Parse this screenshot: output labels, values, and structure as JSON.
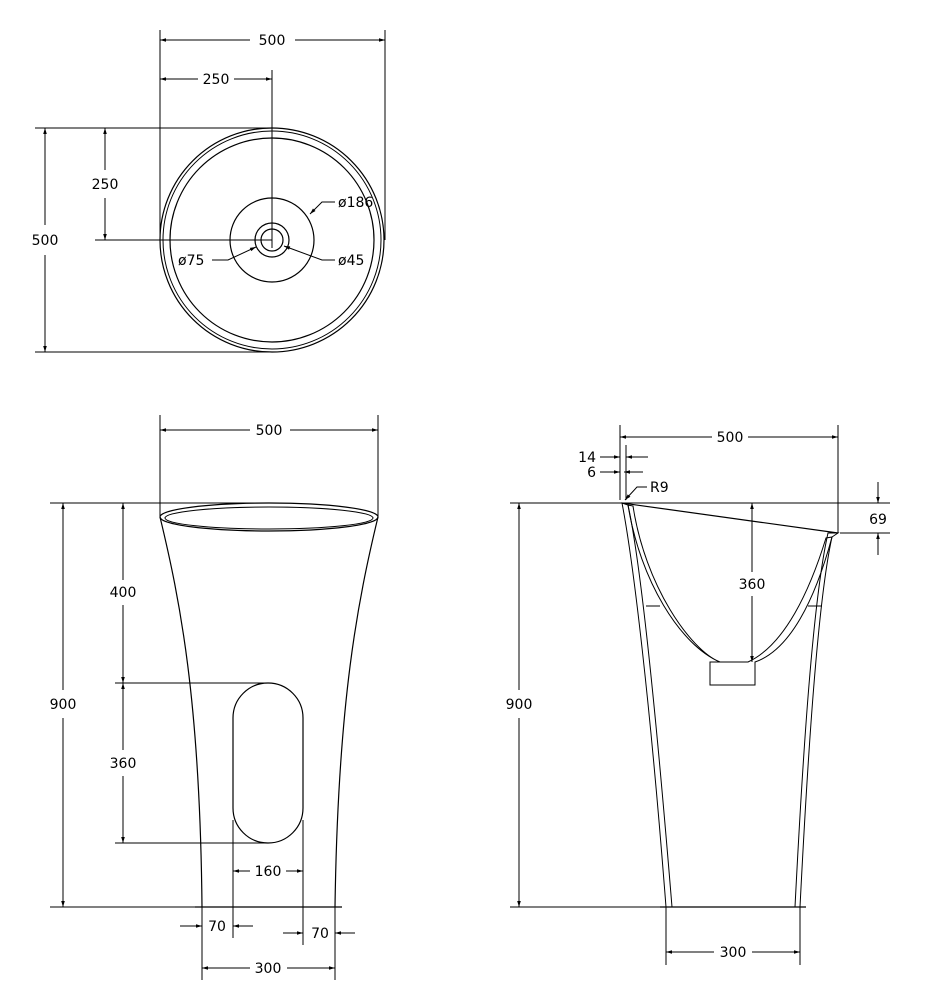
{
  "top_view": {
    "dims": {
      "width": "500",
      "half_width": "250",
      "height": "500",
      "half_height": "250",
      "d186": "ø186",
      "d75": "ø75",
      "d45": "ø45"
    }
  },
  "front_view": {
    "dims": {
      "width": "500",
      "height": "900",
      "upper": "400",
      "slot_height": "360",
      "slot_width": "160",
      "left_offset": "70",
      "right_offset": "70",
      "base": "300"
    }
  },
  "section_view": {
    "dims": {
      "width": "500",
      "t14": "14",
      "t6": "6",
      "radius": "R9",
      "drop": "69",
      "depth": "360",
      "height": "900",
      "base": "300"
    }
  },
  "colors": {
    "line": "#000000",
    "background": "#ffffff"
  }
}
